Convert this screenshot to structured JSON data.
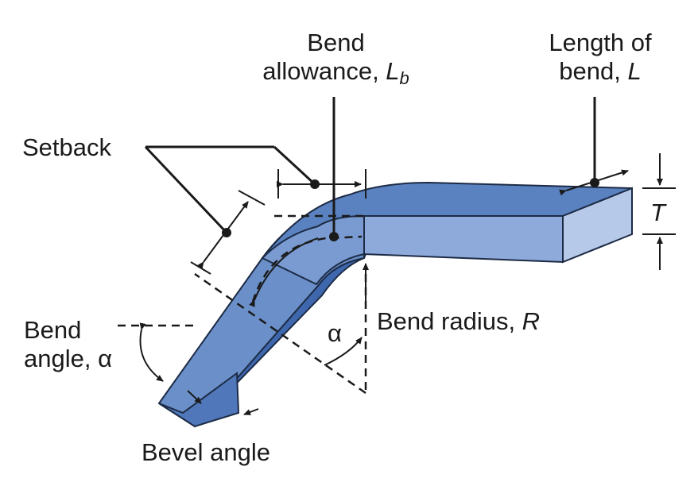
{
  "labels": {
    "bend_allowance": {
      "line1": "Bend",
      "line2_prefix": "allowance, ",
      "symbol": "L",
      "subscript": "b"
    },
    "length_of_bend": {
      "line1": "Length of",
      "line2_prefix": "bend, ",
      "symbol": "L"
    },
    "setback": "Setback",
    "thickness": "T",
    "bend_radius": {
      "prefix": "Bend radius, ",
      "symbol": "R"
    },
    "alpha": "α",
    "bend_angle": {
      "line1": "Bend",
      "line2": "angle, α"
    },
    "bevel_angle": "Bevel angle"
  },
  "colors": {
    "top_face": "#5a82c0",
    "top_face_light": "#7fa0d3",
    "side_face": "#3f67ad",
    "front_face": "#a9bfe2",
    "edge": "#1c2b45",
    "line": "#1a1a1a"
  }
}
